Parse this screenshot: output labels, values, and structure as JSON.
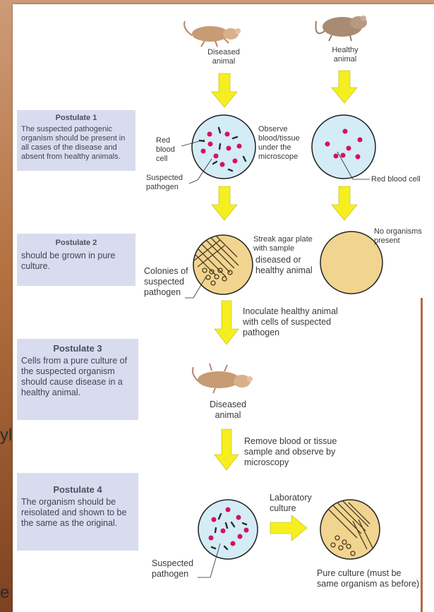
{
  "background_fragments": {
    "left_text_1": "yla",
    "left_text_2": "e"
  },
  "postulates": [
    {
      "title": "Postulate 1",
      "text": "The suspected pathogenic organism should be present in all cases of the disease and absent from healthy animals."
    },
    {
      "title": "Postulate 2",
      "text": "should be grown in pure culture."
    },
    {
      "title": "Postulate 3",
      "text": "Cells from a pure culture of the suspected organism should cause disease in a healthy animal."
    },
    {
      "title": "Postulate 4",
      "text": "The organism should be reisolated and shown to be the same as the original."
    }
  ],
  "labels": {
    "diseased_animal": "Diseased animal",
    "healthy_animal": "Healthy animal",
    "red_blood_cell_left": "Red blood cell",
    "observe_blood": "Observe blood/tissue under the microscope",
    "suspected_pathogen_1": "Suspected pathogen",
    "red_blood_cell_right": "Red blood cell",
    "streak_agar": "Streak agar plate with sample",
    "from_diseased": "diseased or healthy animal",
    "no_organisms": "No organisms present",
    "colonies": "Colonies of suspected pathogen",
    "inoculate": "Inoculate healthy animal with cells of suspected pathogen",
    "diseased_animal_2": "Diseased animal",
    "remove_blood": "Remove blood or tissue sample and observe by microscopy",
    "lab_culture": "Laboratory culture",
    "suspected_pathogen_2": "Suspected pathogen",
    "pure_culture": "Pure culture (must be same organism as before)"
  },
  "colors": {
    "arrow": "#f5ef1f",
    "dish_blood": "#d3ecf6",
    "cell": "#d6115e",
    "agar": "#f1d48f",
    "box": "#d9dcef"
  }
}
